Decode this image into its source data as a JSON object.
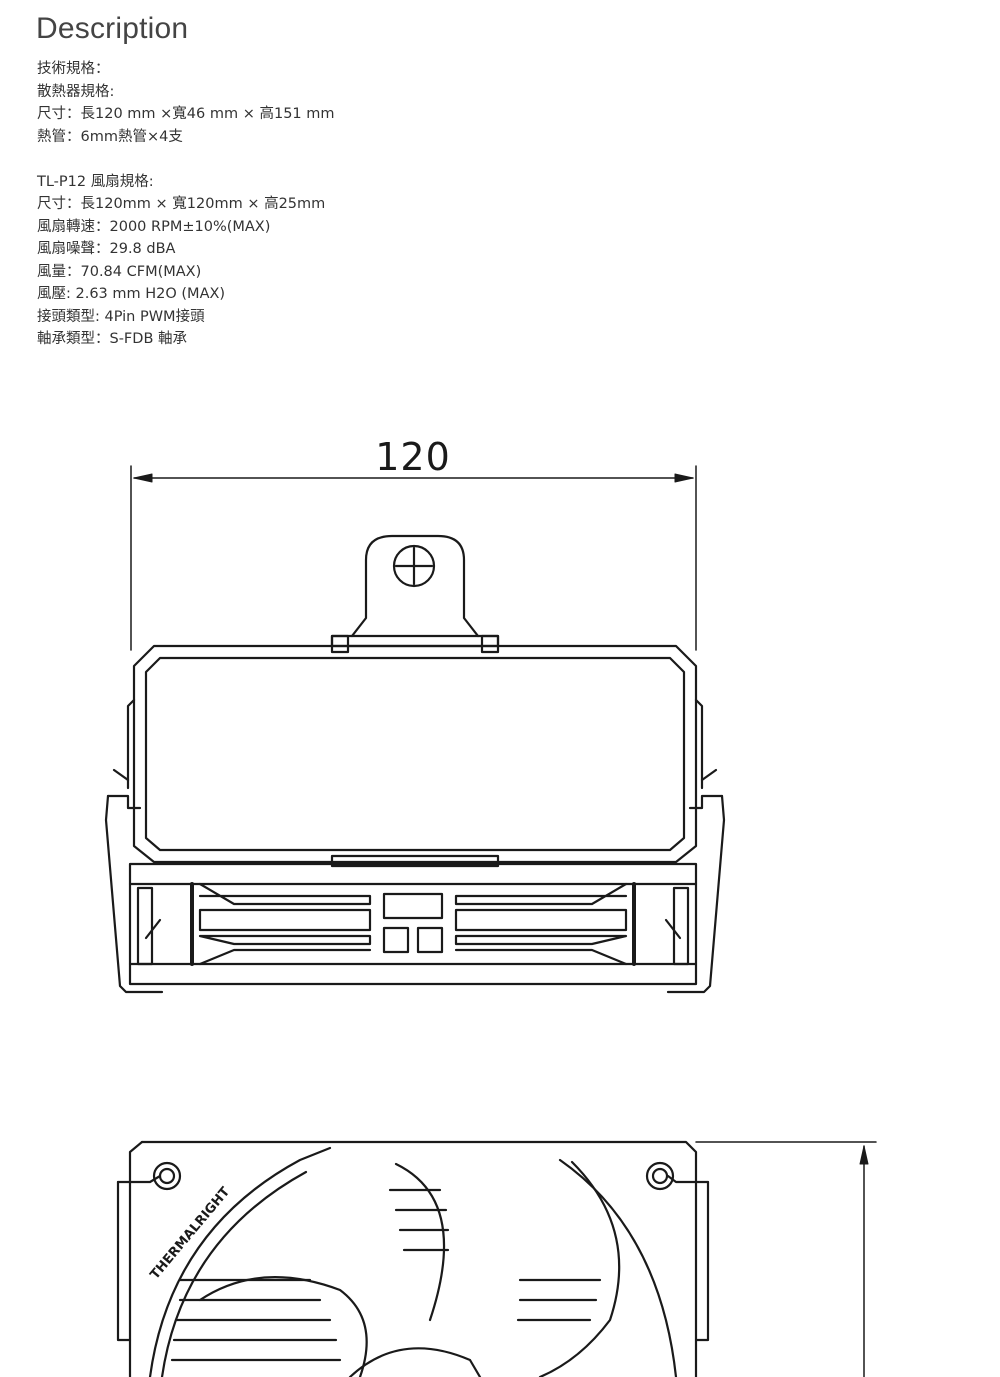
{
  "page": {
    "heading": "Description"
  },
  "specs": {
    "tech_spec_title": "技術規格：",
    "heatsink_title": "散熱器規格:",
    "heatsink_size": "尺寸：長120 mm ×寬46 mm × 高151 mm",
    "heatpipe": "熱管：6mm熱管×4支",
    "fan_title": "TL-P12 風扇規格:",
    "fan_size": "尺寸：長120mm × 寬120mm × 高25mm",
    "fan_speed": "風扇轉速：2000 RPM±10%(MAX)",
    "fan_noise": "風扇噪聲：29.8 dBA",
    "airflow": "風量：70.84 CFM(MAX)",
    "air_pressure": "風壓: 2.63 mm H2O (MAX)",
    "connector": "接頭類型: 4Pin PWM接頭",
    "bearing": "軸承類型：S-FDB 軸承"
  },
  "drawing": {
    "dimension_width": "120",
    "brand_text": "THERMALRIGHT",
    "line_color": "#1a1a1a"
  }
}
